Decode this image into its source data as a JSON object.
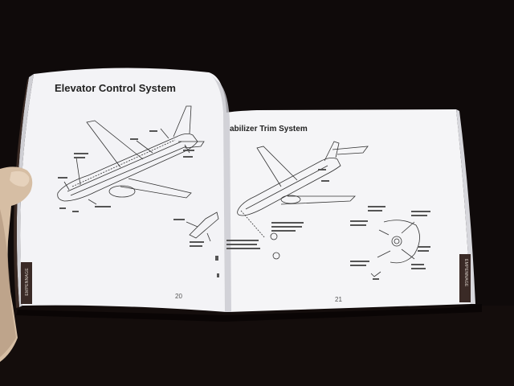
{
  "photo": {
    "subject": "open aircraft maintenance booklet",
    "colors": {
      "background": "#0f0a0a",
      "page": "#f4f4f6",
      "ink": "#222222",
      "tab": "#3a2a26",
      "hand": "#d9c2a8"
    }
  },
  "left_page": {
    "title": "Elevator Control System",
    "page_number": "20",
    "tab_label": "EMPENNAGE"
  },
  "right_page": {
    "title_partial": "abilizer Trim System",
    "page_number": "21",
    "tab_label": "EMPENNAGE"
  }
}
